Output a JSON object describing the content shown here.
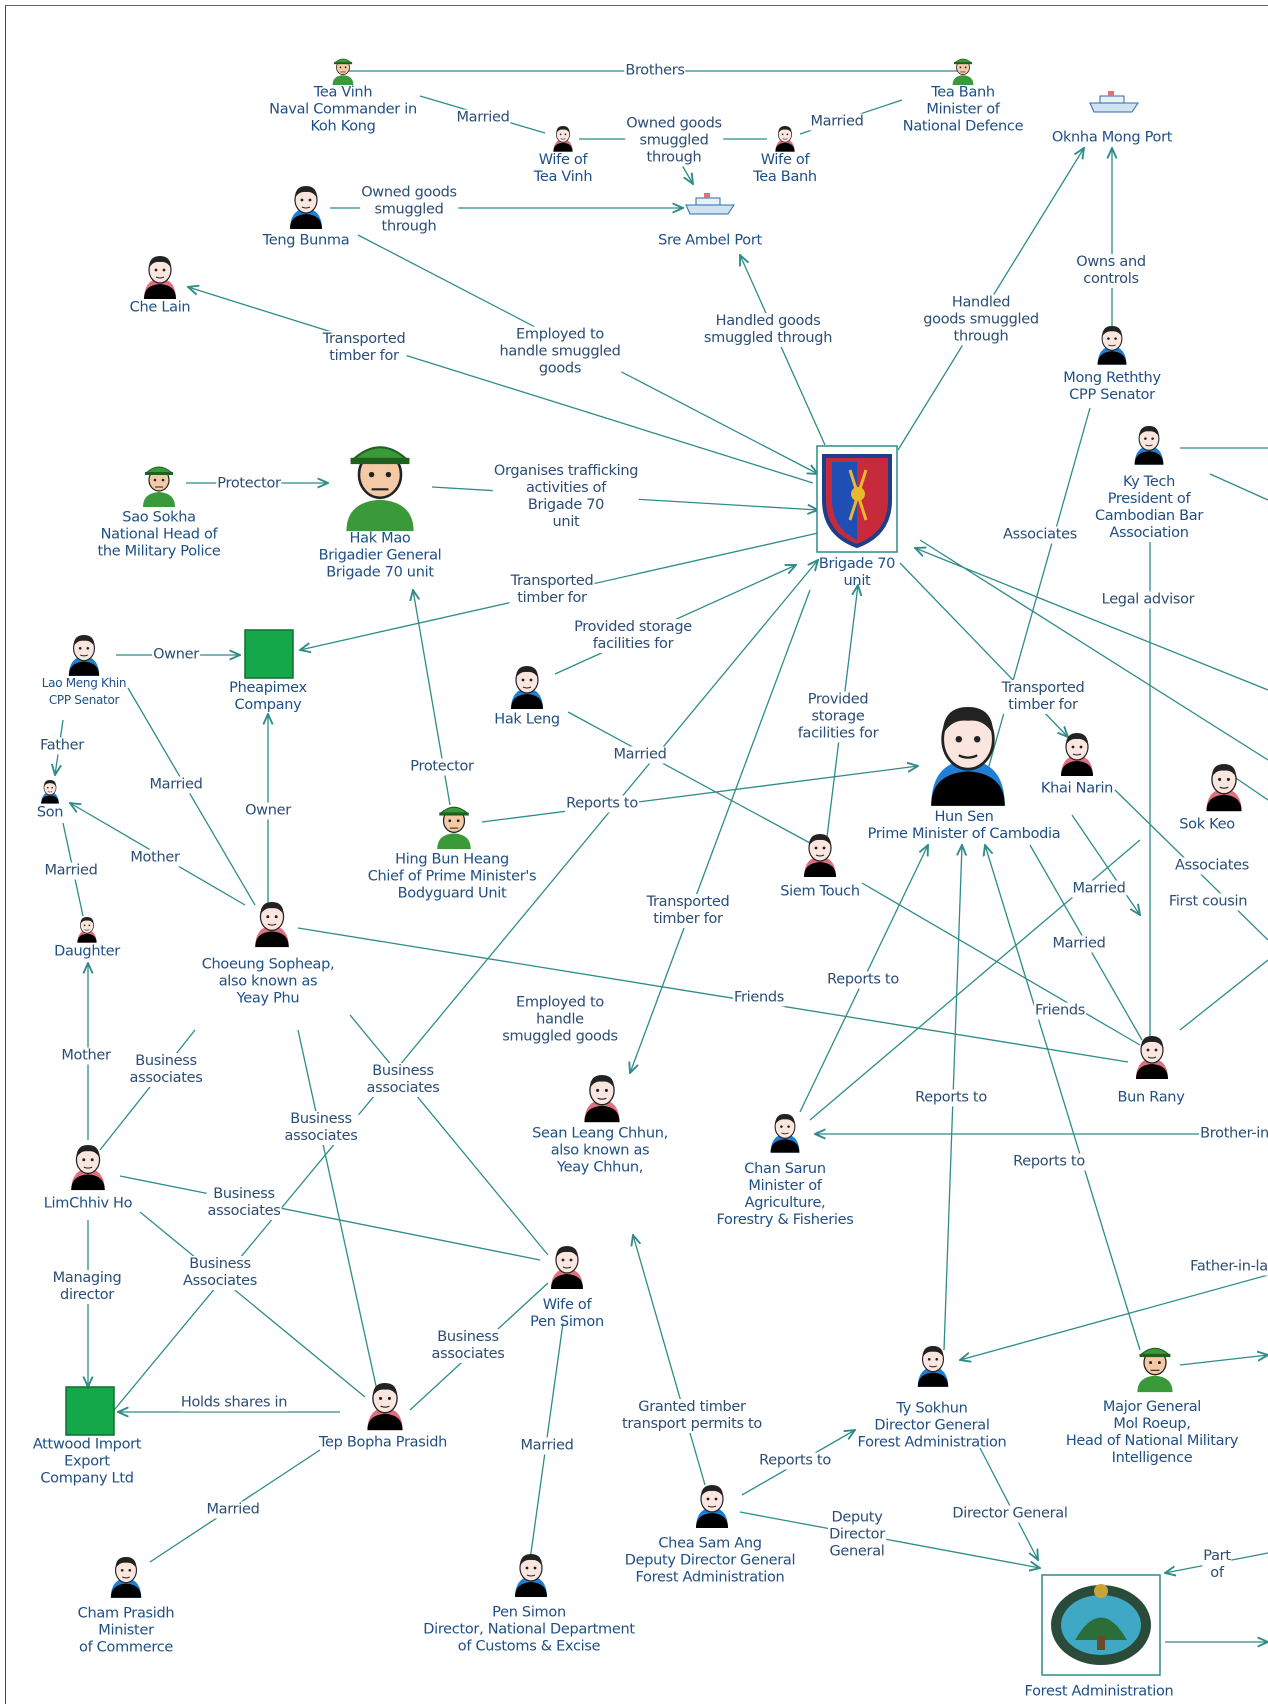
{
  "colors": {
    "line": "#2f8c89",
    "label": "#1f4f86",
    "male": "#1f7fd6",
    "female": "#e06f80",
    "military": "#3a9a3a",
    "company": "#15a84a"
  },
  "nodes": {
    "tea_vinh": "Tea Vinh\nNaval Commander in\nKoh Kong",
    "tea_banh": "Tea Banh\nMinister of\nNational Defence",
    "wife_tea_vinh": "Wife of\nTea Vinh",
    "wife_tea_banh": "Wife of\nTea Banh",
    "oknha_port": "Oknha Mong Port",
    "teng_bunma": "Teng Bunma",
    "sre_ambel": "Sre Ambel Port",
    "che_lain": "Che Lain",
    "mong_reththy": "Mong Reththy\nCPP Senator",
    "ky_tech": "Ky Tech\nPresident of\nCambodian Bar\nAssociation",
    "sao_sokha": "Sao Sokha\nNational Head of\nthe Military Police",
    "hak_mao": "Hak Mao\nBrigadier General\nBrigade 70 unit",
    "brigade70": "Brigade 70\nunit",
    "lao_meng_khin": "Lao Meng Khin\nCPP Senator",
    "pheapimex": "Pheapimex\nCompany",
    "hak_leng": "Hak Leng",
    "son": "Son",
    "hun_sen": "Hun Sen\nPrime Minister of Cambodia",
    "khai_narin": "Khai Narin",
    "sok_keo": "Sok Keo",
    "hing_bun_heang": "Hing Bun Heang\nChief of Prime Minister's\nBodyguard Unit",
    "siem_touch": "Siem Touch",
    "daughter": "Daughter",
    "choeung_sopheap": "Choeung Sopheap,\nalso known as\nYeay Phu",
    "sean_leang": "Sean Leang Chhun,\nalso known as\nYeay Chhun,",
    "chan_sarun": "Chan Sarun\nMinister of\nAgriculture,\nForestry & Fisheries",
    "bun_rany": "Bun Rany",
    "lim_chhiv_ho": "LimChhiv Ho",
    "wife_pen_simon": "Wife of\nPen Simon",
    "ty_sokhun": "Ty Sokhun\nDirector General\nForest Administration",
    "mol_roeup": "Major General\nMol Roeup,\nHead of National Military\nIntelligence",
    "attwood": "Attwood Import\nExport\nCompany Ltd",
    "tep_bopha": "Tep Bopha Prasidh",
    "chea_sam_ang": "Chea Sam Ang\nDeputy Director General\nForest Administration",
    "cham_prasidh": "Cham Prasidh\nMinister\nof Commerce",
    "pen_simon": "Pen Simon\nDirector, National Department\nof Customs & Excise",
    "forest_admin": "Forest Administration"
  },
  "edge_labels": {
    "brothers": "Brothers",
    "married_vinh": "Married",
    "owned_goods_1": "Owned goods\nsmuggled\nthrough",
    "married_banh": "Married",
    "owned_goods_2": "Owned goods\nsmuggled\nthrough",
    "owns_controls": "Owns and\ncontrols",
    "transported_chelain": "Transported\ntimber for",
    "employed_1": "Employed to\nhandle smuggled\ngoods",
    "handled_sre": "Handled goods\nsmuggled through",
    "handled_oknha": "Handled\ngoods smuggled\nthrough",
    "protector_1": "Protector",
    "organises": "Organises trafficking\nactivities of\nBrigade 70\nunit",
    "associates_mong": "Associates",
    "transported_phea": "Transported\ntimber for",
    "legal_advisor": "Legal advisor",
    "owner_1": "Owner",
    "provided_storage_1": "Provided storage\nfacilities for",
    "father": "Father",
    "provided_storage_2": "Provided\nstorage\nfacilities for",
    "transported_khai": "Transported\ntimber for",
    "married_lao": "Married",
    "married_hak": "Married",
    "protector_2": "Protector",
    "owner_2": "Owner",
    "reports_to_1": "Reports to",
    "mother_1": "Mother",
    "married_son": "Married",
    "transported_sean": "Transported\ntimber for",
    "associates_sok": "Associates",
    "married_bun": "Married",
    "first_cousin": "First cousin",
    "married_hun": "Married",
    "friends_1": "Friends",
    "friends_2": "Friends",
    "reports_to_2": "Reports to",
    "employed_2": "Employed to\nhandle\nsmuggled goods",
    "mother_2": "Mother",
    "business_1": "Business\nassociates",
    "business_2": "Business\nassociates",
    "business_3": "Business\nassociates",
    "reports_to_3": "Reports to",
    "brother_in_law": "Brother-in-",
    "reports_to_4": "Reports to",
    "business_4": "Business\nassociates",
    "managing_director": "Managing\ndirector",
    "business_5": "Business\nAssociates",
    "father_in_law": "Father-in-la",
    "business_6": "Business\nassociates",
    "holds_shares": "Holds shares in",
    "granted_timber": "Granted timber\ntransport permits to",
    "married_pen": "Married",
    "reports_to_5": "Reports to",
    "married_tep": "Married",
    "deputy_dg": "Deputy\nDirector\nGeneral",
    "director_general": "Director General",
    "part_of": "Part\nof"
  }
}
